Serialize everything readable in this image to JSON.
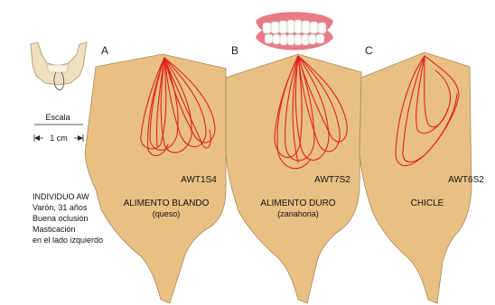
{
  "colors": {
    "background": "#ffffff",
    "panel_fill": "#e9c083",
    "panel_stroke": "#a9865a",
    "trace": "#e02121",
    "text": "#111111"
  },
  "scale": {
    "title": "Escala",
    "length": "1 cm"
  },
  "subject": {
    "lines": [
      "INDIVIDUO AW",
      "Varón, 31 años",
      "Buena oclusión",
      "Masticación",
      "en el lado izquierdo"
    ]
  },
  "panels": [
    {
      "letter": "A",
      "code": "AWT1S4",
      "title": "ALIMENTO BLANDO",
      "subtitle": "(queso)"
    },
    {
      "letter": "B",
      "code": "AWT7S2",
      "title": "ALIMENTO DURO",
      "subtitle": "(zanahoria)"
    },
    {
      "letter": "C",
      "code": "",
      "title": "CHICLE",
      "subtitle": ""
    }
  ],
  "panel_c_code": "AWT6S2",
  "icons": [
    "mandible-icon",
    "teeth-icon"
  ]
}
